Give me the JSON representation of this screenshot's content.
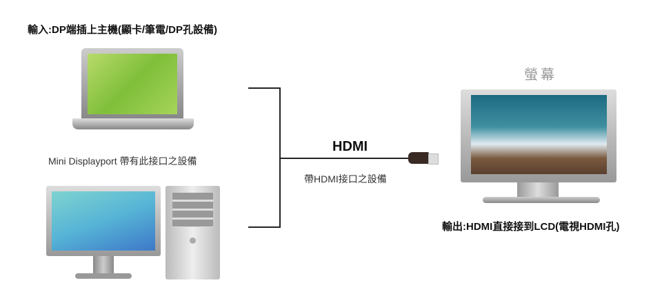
{
  "input_label": "輸入:DP端插上主機(顯卡/筆電/DP孔設備)",
  "mini_dp_label": "Mini Displayport 帶有此接口之設備",
  "cable_label": "HDMI",
  "hdmi_device_label": "帶HDMI接口之設備",
  "screen_label": "螢幕",
  "output_label": "輸出:HDMI直接接到LCD(電視HDMI孔)"
}
